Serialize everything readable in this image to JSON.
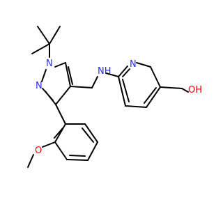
{
  "colors": {
    "background": "#ffffff",
    "bond": "#000000",
    "carbon": "#000000",
    "nitrogen": "#2b2bff",
    "oxygen": "#ff0000"
  },
  "atoms": {
    "n1": "N",
    "n2": "N",
    "nh": "NH",
    "n_py": "N",
    "oh": "OH",
    "o_me": "O"
  }
}
